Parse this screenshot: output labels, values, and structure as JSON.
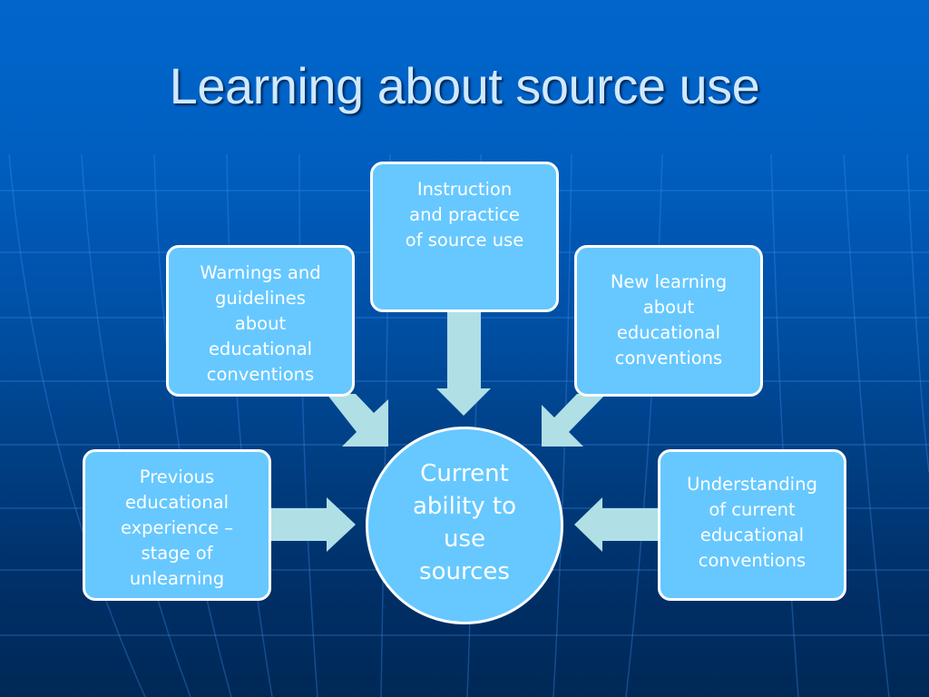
{
  "slide": {
    "title": "Learning about source use"
  },
  "diagram": {
    "center": {
      "label": "Current\nability to\nuse\nsources"
    },
    "nodes": [
      {
        "id": "instruction",
        "label": "Instruction\nand practice\nof source use",
        "arrow_direction": "down"
      },
      {
        "id": "warnings",
        "label": "Warnings and\nguidelines\nabout\neducational\nconventions",
        "arrow_direction": "down-right"
      },
      {
        "id": "new-learning",
        "label": "New learning\nabout\neducational\nconventions",
        "arrow_direction": "down-left"
      },
      {
        "id": "previous",
        "label": "Previous\neducational\nexperience –\nstage of\nunlearning",
        "arrow_direction": "right"
      },
      {
        "id": "understanding",
        "label": "Understanding\nof current\neducational\nconventions",
        "arrow_direction": "left"
      }
    ]
  },
  "colors": {
    "background_top": "#0066cc",
    "background_bottom": "#002857",
    "box_fill": "#66c8ff",
    "box_border": "#ffffff",
    "arrow_fill": "#b0e0e6",
    "title_text": "#cfe9ff"
  }
}
